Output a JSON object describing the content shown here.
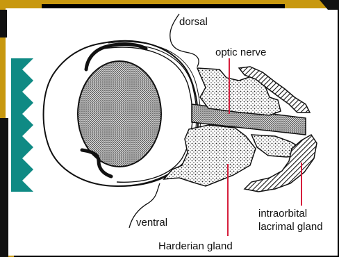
{
  "labels": {
    "dorsal": "dorsal",
    "optic_nerve": "optic nerve",
    "ventral": "ventral",
    "harderian_gland": "Harderian gland",
    "intraorbital_line1": "intraorbital",
    "intraorbital_line2": "lacrimal gland"
  },
  "colors": {
    "frame_gold": "#c8980f",
    "panel_white": "#ffffff",
    "teal_shape": "#0f8a84",
    "pointer_red": "#d61f3c"
  }
}
